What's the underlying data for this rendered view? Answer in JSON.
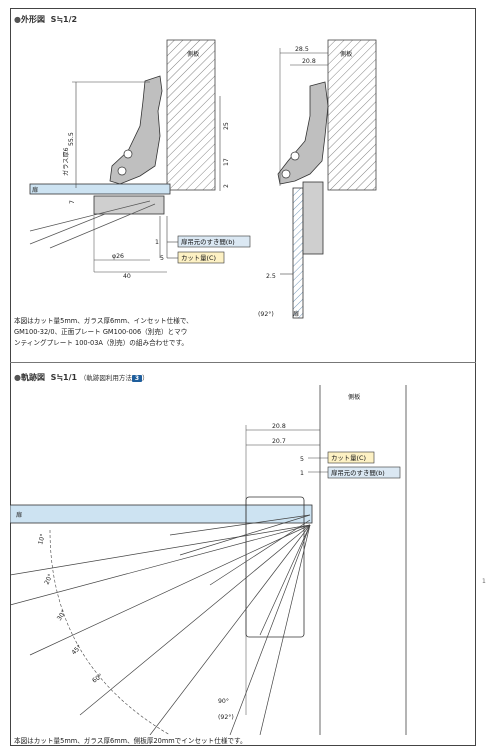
{
  "section1": {
    "title": "外形図",
    "scale": "S≒1/2",
    "labels": {
      "side_panel_a": "側板",
      "side_panel_b": "側板",
      "glass": "ガラス厚6",
      "door_a": "扉",
      "door_b": "扉",
      "gap": "扉吊元のすき間(b)",
      "cut": "カット量(C)",
      "angle": "(92°)"
    },
    "dims": {
      "d55_5": "55.5",
      "d25": "25",
      "d17": "17",
      "d2": "2",
      "d7": "7",
      "d1": "1",
      "d5": "5",
      "d26": "φ26",
      "d40": "40",
      "d28_5": "28.5",
      "d20_8": "20.8",
      "d2_5": "2.5"
    },
    "note_lines": [
      "本図はカット量5mm、ガラス厚6mm、インセット仕様で、",
      "GM100-32/0、正面プレート GM100-006（別売）とマウ",
      "ンティングプレート 100-03A（別売）の組み合わせです。"
    ]
  },
  "section2": {
    "title": "軌跡図",
    "scale": "S≒1/1",
    "usage_label": "（軌跡図利用方法",
    "usage_num": "3",
    "usage_close": "）",
    "labels": {
      "side_panel": "側板",
      "door": "扉",
      "cut": "カット量(C)",
      "gap": "扉吊元のすき間(b)",
      "a90": "90°",
      "a92": "(92°)"
    },
    "dims": {
      "d20_8": "20.8",
      "d20_7": "20.7",
      "d5": "5",
      "d1": "1"
    },
    "arc_labels": [
      "10°",
      "20°",
      "30°",
      "45°",
      "60°"
    ],
    "note": "本図はカット量5mm、ガラス厚6mm、側板厚20mmでインセット仕様です。"
  },
  "page_marker": "1"
}
